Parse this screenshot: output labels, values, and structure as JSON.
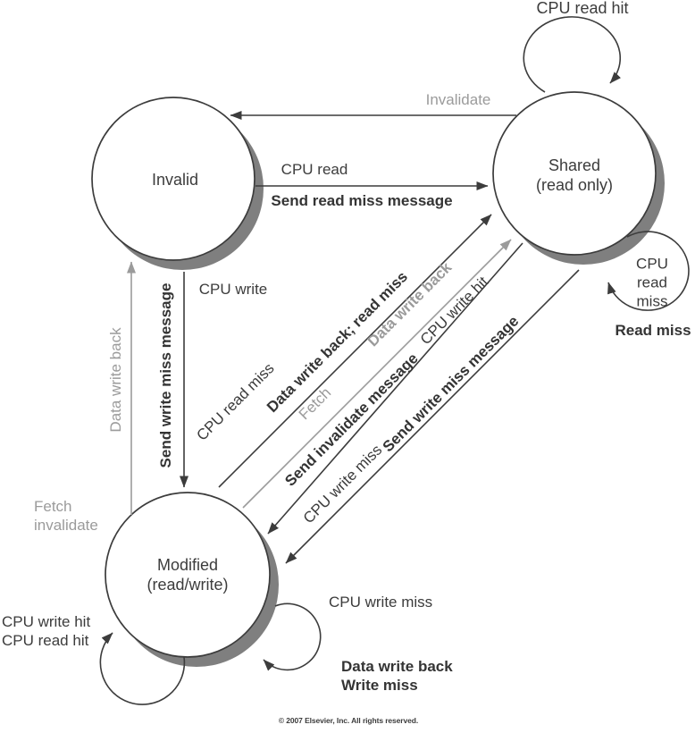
{
  "figure": {
    "copyright": "© 2007 Elsevier, Inc. All rights reserved."
  },
  "colors": {
    "ink": "#3c3c3c",
    "gray_accent": "#9b9b9b",
    "shadow": "#7f7f7f",
    "state_fill": "#ffffff"
  },
  "states": {
    "invalid": {
      "label": "Invalid"
    },
    "shared": {
      "label": "Shared",
      "sub": "(read only)"
    },
    "modified": {
      "label": "Modified",
      "sub": "(read/write)"
    }
  },
  "edges": {
    "shared_to_invalid": {
      "label": "Invalidate"
    },
    "invalid_to_shared": {
      "event": "CPU read",
      "action": "Send read miss message"
    },
    "invalid_to_modified": {
      "event": "CPU write",
      "action": "Send write miss message"
    },
    "modified_to_invalid": {
      "event": "Fetch invalidate",
      "action": "Data write back"
    },
    "modified_to_shared_cpu": {
      "event": "CPU read miss",
      "action": "Data write back; read miss"
    },
    "modified_to_shared_dir": {
      "event": "Fetch",
      "action": "Data write back"
    },
    "shared_to_modified_hit": {
      "event": "CPU write hit",
      "action": "Send invalidate message"
    },
    "shared_to_modified_miss": {
      "event": "CPU write miss",
      "action": "Send write miss message"
    }
  },
  "self_loops": {
    "shared_top": {
      "label": "CPU read hit"
    },
    "shared_right": {
      "event": "CPU read miss",
      "action": "Read miss"
    },
    "modified_left": {
      "line1": "CPU write hit",
      "line2": "CPU read hit"
    },
    "modified_right": {
      "event": "CPU write miss",
      "action1": "Data write back",
      "action2": "Write miss"
    }
  }
}
